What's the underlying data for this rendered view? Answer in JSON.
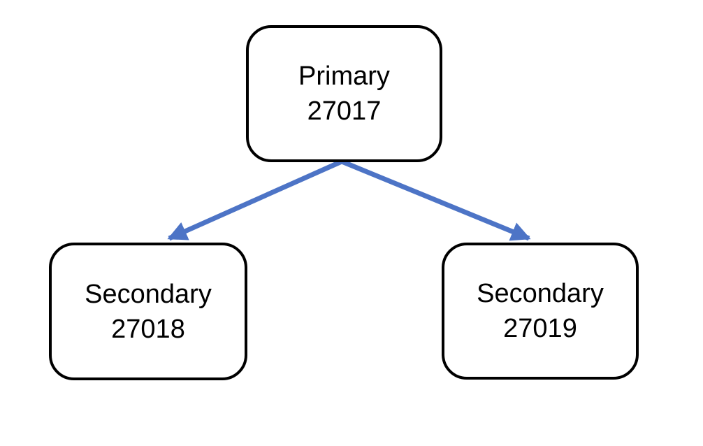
{
  "diagram": {
    "type": "replica-set-topology",
    "background": "#FFFFFF"
  },
  "nodes": [
    {
      "id": "primary",
      "role": "Primary",
      "port": "27017"
    },
    {
      "id": "secondary-left",
      "role": "Secondary",
      "port": "27018"
    },
    {
      "id": "secondary-right",
      "role": "Secondary",
      "port": "27019"
    }
  ],
  "edges": [
    {
      "from": "primary",
      "to": "secondary-left"
    },
    {
      "from": "primary",
      "to": "secondary-right"
    }
  ],
  "colors": {
    "arrow": "#4d74c6",
    "node_border": "#000000",
    "node_fill": "#FFFFFF",
    "text": "#000000"
  }
}
